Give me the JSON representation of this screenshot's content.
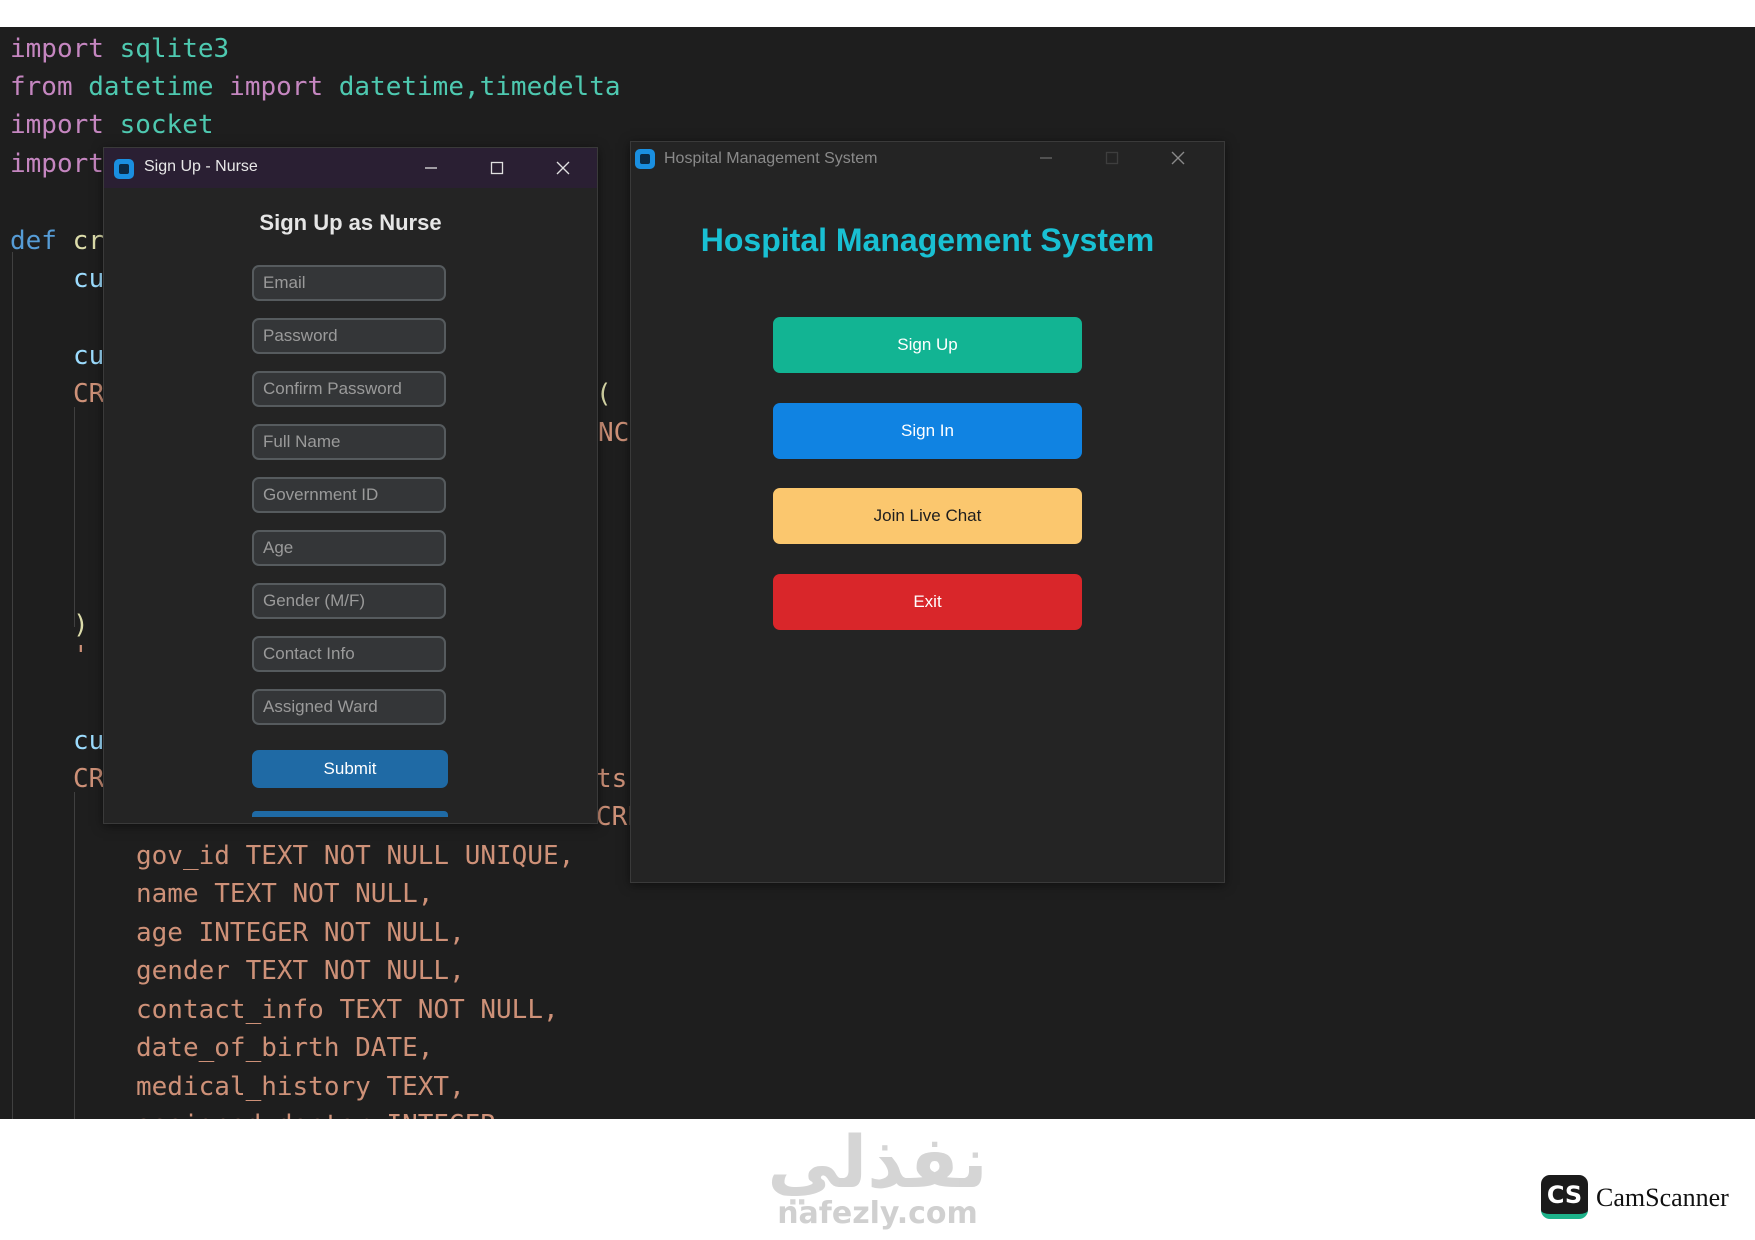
{
  "editor": {
    "lines": [
      {
        "a": "import",
        "b": " sqlite3"
      },
      {
        "a": "from",
        "b": " datetime ",
        "c": "import",
        "d": " datetime,timedelta"
      },
      {
        "a": "import",
        "b": " socket"
      },
      {
        "a": "import"
      },
      {
        "a": "def",
        "b": " cr"
      },
      {
        "a": "cu"
      },
      {
        "a": "cu"
      },
      {
        "a": "CR"
      },
      {
        "a": ")"
      },
      {
        "a": "' '"
      },
      {
        "a": "cu"
      },
      {
        "a": "CR"
      }
    ],
    "fragments": [
      "(",
      "NCI",
      "ts",
      "CRE"
    ],
    "schema_lines": [
      "gov_id TEXT NOT NULL UNIQUE,",
      "name TEXT NOT NULL,",
      "age INTEGER NOT NULL,",
      "gender TEXT NOT NULL,",
      "contact_info TEXT NOT NULL,",
      "date_of_birth DATE,",
      "medical_history TEXT,",
      "assigned_doctor INTEGER"
    ]
  },
  "nurse_window": {
    "title": "Sign Up - Nurse",
    "heading": "Sign Up as Nurse",
    "fields": [
      {
        "placeholder": "Email"
      },
      {
        "placeholder": "Password"
      },
      {
        "placeholder": "Confirm Password"
      },
      {
        "placeholder": "Full Name"
      },
      {
        "placeholder": "Government ID"
      },
      {
        "placeholder": "Age"
      },
      {
        "placeholder": "Gender (M/F)"
      },
      {
        "placeholder": "Contact Info"
      },
      {
        "placeholder": "Assigned Ward"
      }
    ],
    "submit_label": "Submit"
  },
  "main_window": {
    "title": "Hospital Management System",
    "heading": "Hospital Management System",
    "buttons": [
      {
        "label": "Sign Up",
        "color": "#12b493",
        "text_color": "#ffffff"
      },
      {
        "label": "Sign In",
        "color": "#1083e2",
        "text_color": "#ffffff"
      },
      {
        "label": "Join Live Chat",
        "color": "#fbc76e",
        "text_color": "#1e1e1e"
      },
      {
        "label": "Exit",
        "color": "#d9262a",
        "text_color": "#ffffff"
      }
    ]
  },
  "watermark": {
    "arabic": "نفذلي",
    "site": "nafezly.com",
    "scanner_logo": "CS",
    "scanner_name": "CamScanner"
  }
}
